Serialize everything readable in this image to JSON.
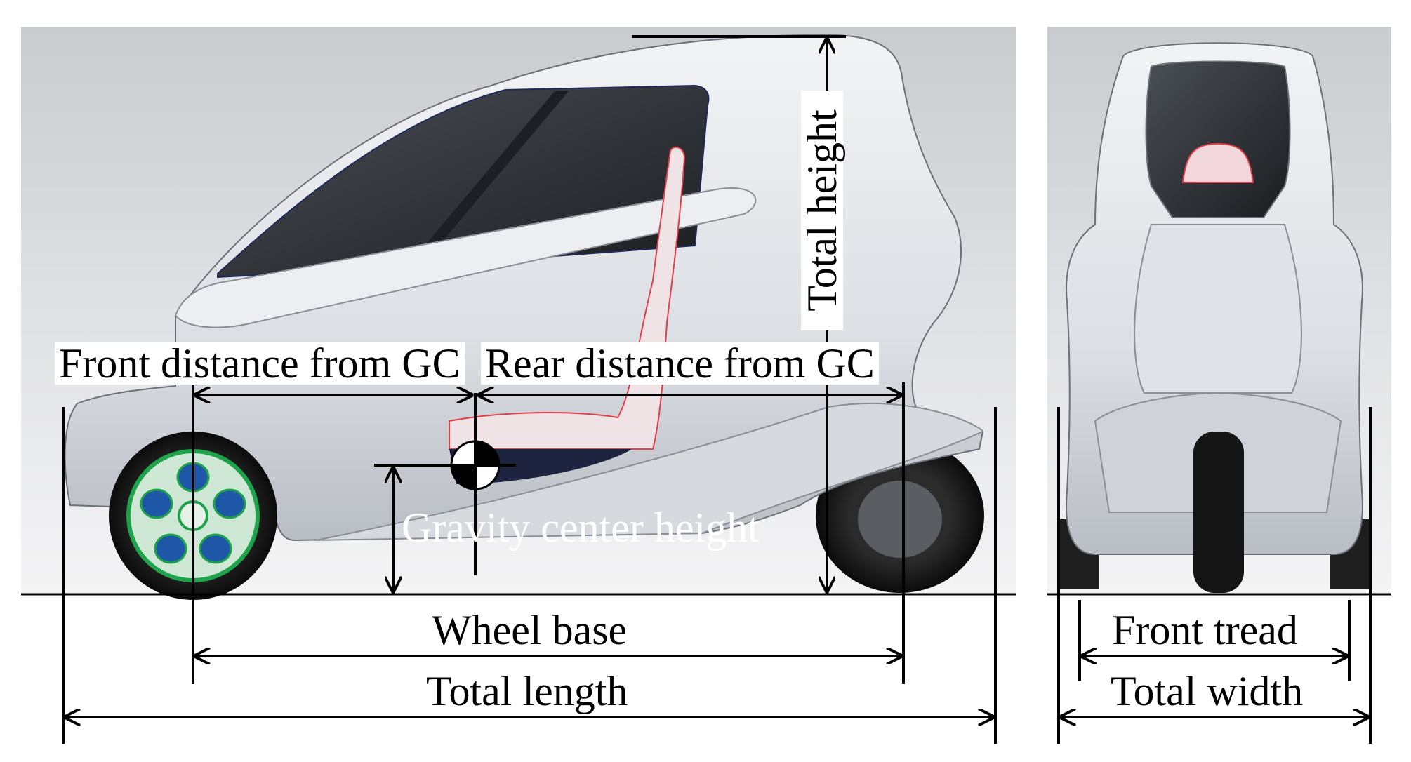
{
  "labels": {
    "front_distance": "Front distance from GC",
    "rear_distance": "Rear distance from GC",
    "total_height": "Total height",
    "gravity_center_height": "Gravity center height",
    "wheel_base": "Wheel base",
    "total_length": "Total length",
    "front_tread": "Front tread",
    "total_width": "Total width"
  },
  "colors": {
    "body_panel": "#e4e7ec",
    "glass": "#2a2e33",
    "wheel_accent": "#1fa34a",
    "hub_blue": "#1e56a8",
    "seat_red": "#e0404a",
    "dimension_line": "#000000"
  },
  "views": [
    "side-view",
    "front-view"
  ]
}
